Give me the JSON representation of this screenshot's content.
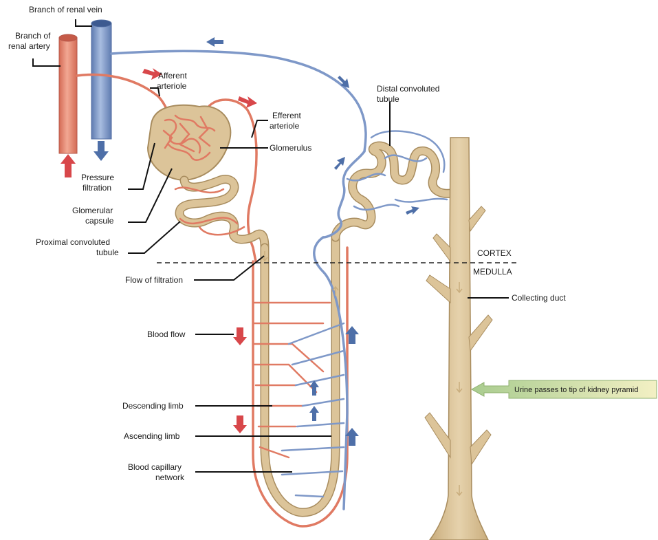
{
  "labels": {
    "renal_vein": "Branch of renal vein",
    "renal_artery_1": "Branch of",
    "renal_artery_2": "renal artery",
    "afferent_1": "Afferent",
    "afferent_2": "arteriole",
    "efferent_1": "Efferent",
    "efferent_2": "arteriole",
    "glomerulus": "Glomerulus",
    "pressure_1": "Pressure",
    "pressure_2": "filtration",
    "capsule_1": "Glomerular",
    "capsule_2": "capsule",
    "proximal_1": "Proximal convoluted",
    "proximal_2": "tubule",
    "distal_1": "Distal convoluted",
    "distal_2": "tubule",
    "cortex": "CORTEX",
    "medulla": "MEDULLA",
    "flow_filtration": "Flow of filtration",
    "collecting_duct": "Collecting duct",
    "blood_flow": "Blood flow",
    "urine_passes": "Urine passes to tip of kidney pyramid",
    "descending_limb": "Descending limb",
    "ascending_limb": "Ascending limb",
    "capillary_1": "Blood capillary",
    "capillary_2": "network"
  },
  "colors": {
    "artery": "#e07a63",
    "vein": "#7e98c8",
    "tubule": "#dcc499",
    "tubule_outline": "#a88c5e",
    "arrow_red": "#d8474a",
    "arrow_blue": "#4e6fa8",
    "callout_green": "#b6d39a"
  }
}
